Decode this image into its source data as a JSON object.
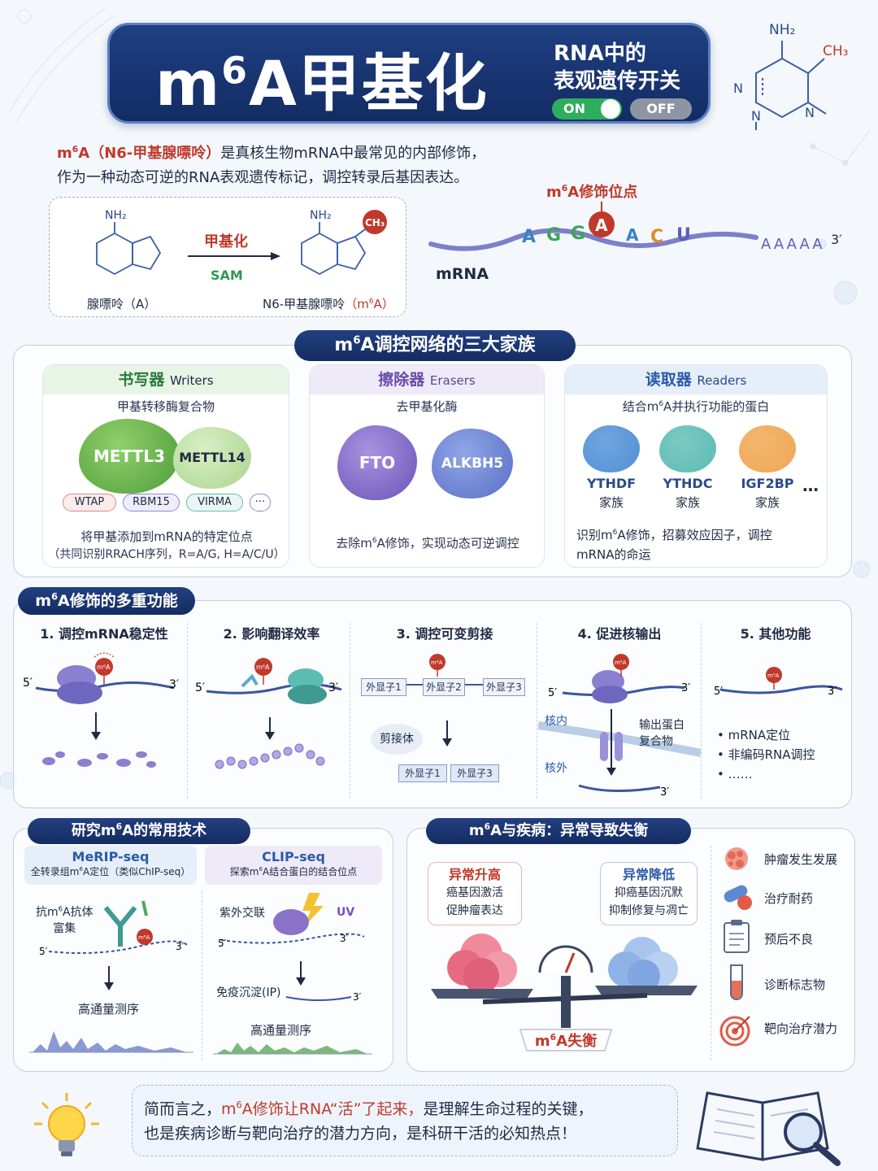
{
  "header": {
    "title_prefix": "m",
    "title_sup": "6",
    "title_rest": "A甲基化",
    "subtitle_line1": "RNA中的",
    "subtitle_line2": "表观遗传开关",
    "toggle_on": "ON",
    "toggle_off": "OFF"
  },
  "structure_tr": {
    "nh2": "NH₂",
    "ch3": "CH₃",
    "n": "N"
  },
  "intro": {
    "term_m": "m",
    "term_sup": "6",
    "term_rest": "A（N6-甲基腺嘌呤）",
    "line1_rest": "是真核生物mRNA中最常见的内部修饰，",
    "line2": "作为一种动态可逆的RNA表观遗传标记，调控转录后基因表达。"
  },
  "methylation": {
    "nh2": "NH₂",
    "ch3": "CH₃",
    "arrow_label": "甲基化",
    "cofactor": "SAM",
    "left_label": "腺嘌呤（A）",
    "right_label_prefix": "N6-甲基腺嘌呤",
    "right_label_m": "（m",
    "right_label_sup": "6",
    "right_label_end": "A）"
  },
  "mrna": {
    "site_m": "m",
    "site_sup": "6",
    "site_rest": "A修饰位点",
    "bases": [
      "A",
      "G",
      "G",
      "A",
      "A",
      "C",
      "U"
    ],
    "tail": "AAAAA",
    "three_prime": "3′",
    "label": "mRNA"
  },
  "families": {
    "pill_m": "m",
    "pill_sup": "6",
    "pill_rest": "A调控网络的三大家族",
    "writers": {
      "cn": "书写器",
      "en": "Writers",
      "desc": "甲基转移酶复合物",
      "p1": "METTL3",
      "p2": "METTL14",
      "chips": [
        "WTAP",
        "RBM15",
        "VIRMA",
        "···"
      ],
      "foot1": "将甲基添加到mRNA的特定位点",
      "foot2": "（共同识别RRACH序列，R=A/G, H=A/C/U）"
    },
    "erasers": {
      "cn": "擦除器",
      "en": "Erasers",
      "desc": "去甲基化酶",
      "p1": "FTO",
      "p2": "ALKBH5",
      "foot_a": "去除m",
      "foot_sup": "6",
      "foot_b": "A修饰，实现动态可逆调控"
    },
    "readers": {
      "cn": "读取器",
      "en": "Readers",
      "desc_a": "结合m",
      "desc_sup": "6",
      "desc_b": "A并执行功能的蛋白",
      "items": [
        {
          "name": "YTHDF",
          "sub": "家族",
          "color": "#4f8fd6"
        },
        {
          "name": "YTHDC",
          "sub": "家族",
          "color": "#5bbcb3"
        },
        {
          "name": "IGF2BP",
          "sub": "家族",
          "color": "#f0a550"
        }
      ],
      "more": "…",
      "foot1_a": "识别m",
      "foot1_sup": "6",
      "foot1_b": "A修饰，招募效应因子，调控",
      "foot2": "mRNA的命运"
    }
  },
  "functions": {
    "pill_m": "m",
    "pill_sup": "6",
    "pill_rest": "A修饰的多重功能",
    "mark": "m⁶A",
    "five": "5′",
    "three": "3′",
    "cols": [
      {
        "title": "1. 调控mRNA稳定性"
      },
      {
        "title": "2. 影响翻译效率"
      },
      {
        "title": "3. 调控可变剪接"
      },
      {
        "title": "4. 促进核输出"
      },
      {
        "title": "5. 其他功能"
      }
    ],
    "exons_top": [
      "外显子1",
      "外显子2",
      "外显子3"
    ],
    "spliceosome": "剪接体",
    "exons_bottom": [
      "外显子1",
      "外显子3"
    ],
    "nucleus": "核内",
    "cytoplasm": "核外",
    "export_1": "输出蛋白",
    "export_2": "复合物",
    "other_list": [
      "• mRNA定位",
      "• 非编码RNA调控",
      "• ……"
    ]
  },
  "techniques": {
    "pill_a": "研究m",
    "pill_sup": "6",
    "pill_b": "A的常用技术",
    "merip": {
      "name": "MeRIP-seq",
      "desc_a": "全转录组m",
      "desc_sup": "6",
      "desc_b": "A定位（类似ChIP-seq）",
      "ab_a": "抗m",
      "ab_sup": "6",
      "ab_b": "A抗体",
      "ab_c": "富集",
      "seq": "高通量测序"
    },
    "clip": {
      "name": "CLIP-seq",
      "desc_a": "探索m",
      "desc_sup": "6",
      "desc_b": "A结合蛋白的结合位点",
      "uv_cn": "紫外交联",
      "uv": "UV",
      "ip": "免疫沉淀(IP)",
      "seq": "高通量测序"
    }
  },
  "disease": {
    "pill_m": "m",
    "pill_sup": "6",
    "pill_rest": "A与疾病：异常导致失衡",
    "high": {
      "title": "异常升高",
      "l1": "癌基因激活",
      "l2": "促肿瘤表达"
    },
    "low": {
      "title": "异常降低",
      "l1": "抑癌基因沉默",
      "l2": "抑制修复与凋亡"
    },
    "scale_m": "m",
    "scale_sup": "6",
    "scale_rest": "A失衡",
    "list": [
      {
        "icon": "tumor-icon",
        "label": "肿瘤发生发展"
      },
      {
        "icon": "pill-icon",
        "label": "治疗耐药"
      },
      {
        "icon": "clipboard-icon",
        "label": "预后不良"
      },
      {
        "icon": "test-tube-icon",
        "label": "诊断标志物"
      },
      {
        "icon": "target-icon",
        "label": "靶向治疗潜力"
      }
    ]
  },
  "summary": {
    "l1_a": "简而言之，",
    "l1_red_m": "m",
    "l1_red_sup": "6",
    "l1_red_b": "A修饰让RNA“活”了起来，",
    "l1_c": "是理解生命过程的关键，",
    "l2": "也是疾病诊断与靶向治疗的潜力方向，是科研干活的必知热点！"
  }
}
